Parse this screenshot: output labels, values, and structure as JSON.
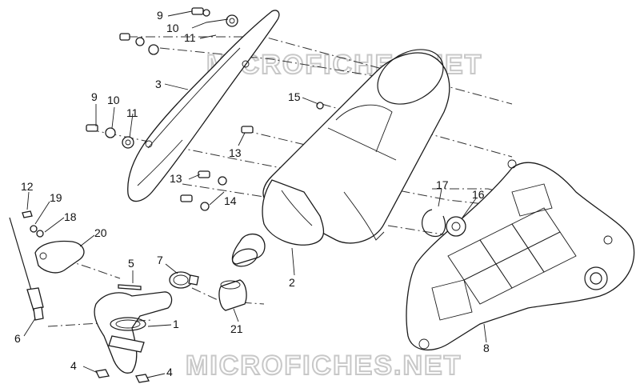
{
  "watermark": "MICROFICHES.NET",
  "callouts": [
    {
      "id": "c9a",
      "label": "9"
    },
    {
      "id": "c10a",
      "label": "10"
    },
    {
      "id": "c11a",
      "label": "11"
    },
    {
      "id": "c3",
      "label": "3"
    },
    {
      "id": "c9b",
      "label": "9"
    },
    {
      "id": "c10b",
      "label": "10"
    },
    {
      "id": "c11b",
      "label": "11"
    },
    {
      "id": "c15",
      "label": "15"
    },
    {
      "id": "c13a",
      "label": "13"
    },
    {
      "id": "c13b",
      "label": "13"
    },
    {
      "id": "c14",
      "label": "14"
    },
    {
      "id": "c12",
      "label": "12"
    },
    {
      "id": "c19",
      "label": "19"
    },
    {
      "id": "c18",
      "label": "18"
    },
    {
      "id": "c20",
      "label": "20"
    },
    {
      "id": "c5",
      "label": "5"
    },
    {
      "id": "c7",
      "label": "7"
    },
    {
      "id": "c17",
      "label": "17"
    },
    {
      "id": "c16",
      "label": "16"
    },
    {
      "id": "c2",
      "label": "2"
    },
    {
      "id": "c1",
      "label": "1"
    },
    {
      "id": "c6",
      "label": "6"
    },
    {
      "id": "c21",
      "label": "21"
    },
    {
      "id": "c8",
      "label": "8"
    },
    {
      "id": "c4a",
      "label": "4"
    },
    {
      "id": "c4b",
      "label": "4"
    }
  ]
}
